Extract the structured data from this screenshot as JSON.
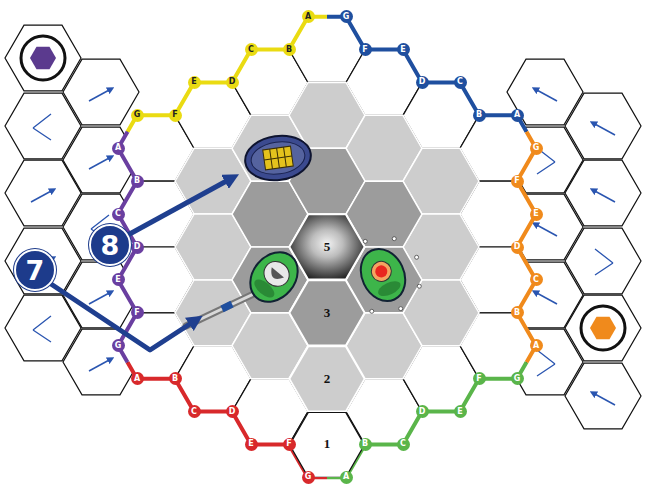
{
  "diagram": {
    "nodes": [
      {
        "text": [
          "5"
        ]
      },
      {
        "text": [
          "3"
        ]
      },
      {
        "text": [
          "2"
        ]
      },
      {
        "text": [
          "1"
        ]
      }
    ],
    "labels": [
      "A",
      "B",
      "C",
      "D",
      "E",
      "F",
      "G",
      "A",
      "B",
      "C",
      "D",
      "E",
      "F",
      "G",
      "A",
      "B",
      "C",
      "D",
      "E",
      "F",
      "G",
      "A",
      "B",
      "C",
      "D",
      "E",
      "F",
      "G",
      "A",
      "B",
      "C",
      "D",
      "E",
      "F",
      "G",
      "A",
      "B",
      "C",
      "D",
      "E",
      "F",
      "G",
      "7",
      "8"
    ]
  }
}
